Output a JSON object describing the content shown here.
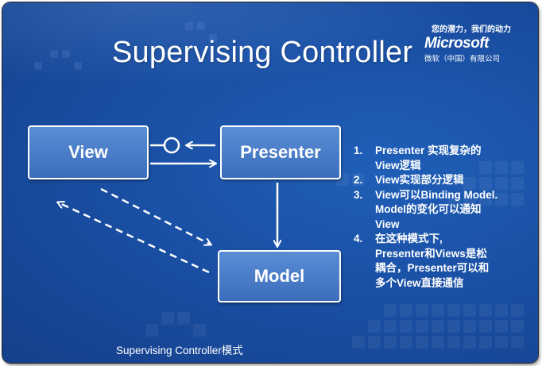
{
  "title": "Supervising Controller",
  "brand": {
    "slogan": "您的潜力，我们的动力",
    "logo_text": "Microsoft",
    "subtitle": "微软（中国）有限公司"
  },
  "diagram": {
    "view_label": "View",
    "presenter_label": "Presenter",
    "model_label": "Model"
  },
  "notes": [
    {
      "num": "1.",
      "lines": [
        "Presenter 实现复杂的",
        "View逻辑"
      ]
    },
    {
      "num": "2.",
      "lines": [
        "View实现部分逻辑"
      ]
    },
    {
      "num": "3.",
      "lines": [
        "View可以Binding Model.",
        "Model的变化可以通知",
        "View"
      ]
    },
    {
      "num": "4.",
      "lines": [
        "在这种模式下,",
        "Presenter和Views是松",
        "耦合，Presenter可以和",
        "多个View直接通信"
      ]
    }
  ],
  "caption": "Supervising Controller模式"
}
